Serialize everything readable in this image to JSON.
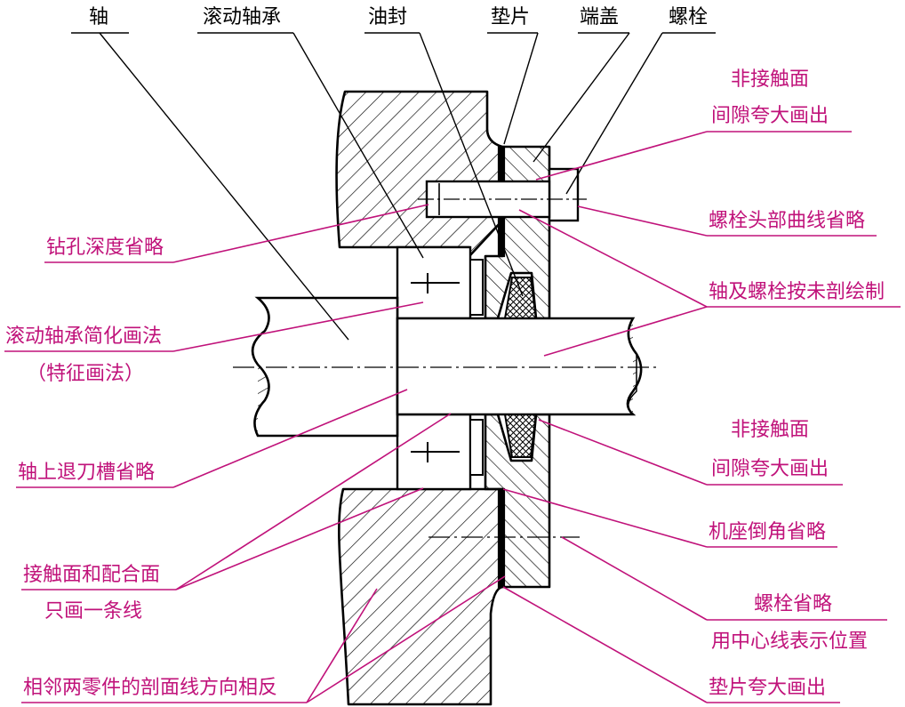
{
  "colors": {
    "outline": "#000000",
    "leader": "#c0127a",
    "label_top": "#000000",
    "label_side": "#c0127a",
    "background": "#ffffff"
  },
  "top_labels": {
    "shaft": "轴",
    "rolling_bearing": "滚动轴承",
    "oil_seal": "油封",
    "gasket": "垫片",
    "end_cover": "端盖",
    "bolt": "螺栓"
  },
  "left_labels": {
    "drill_depth_omitted": "钻孔深度省略",
    "bearing_simplified_1": "滚动轴承简化画法",
    "bearing_simplified_2": "（特征画法）",
    "shaft_groove_omitted": "轴上退刀槽省略",
    "single_line_1": "接触面和配合面",
    "single_line_2": "只画一条线",
    "opposite_hatch": "相邻两零件的剖面线方向相反"
  },
  "right_labels": {
    "noncontact_gap_top_1": "非接触面",
    "noncontact_gap_top_2": "间隙夸大画出",
    "bolt_head_curve_omitted": "螺栓头部曲线省略",
    "unsectioned_shaft_bolt": "轴及螺栓按未剖绘制",
    "noncontact_gap_bottom_1": "非接触面",
    "noncontact_gap_bottom_2": "间隙夸大画出",
    "seat_chamfer_omitted": "机座倒角省略",
    "bolt_omitted_1": "螺栓省略",
    "bolt_omitted_2": "用中心线表示位置",
    "gasket_exaggerated": "垫片夸大画出"
  }
}
